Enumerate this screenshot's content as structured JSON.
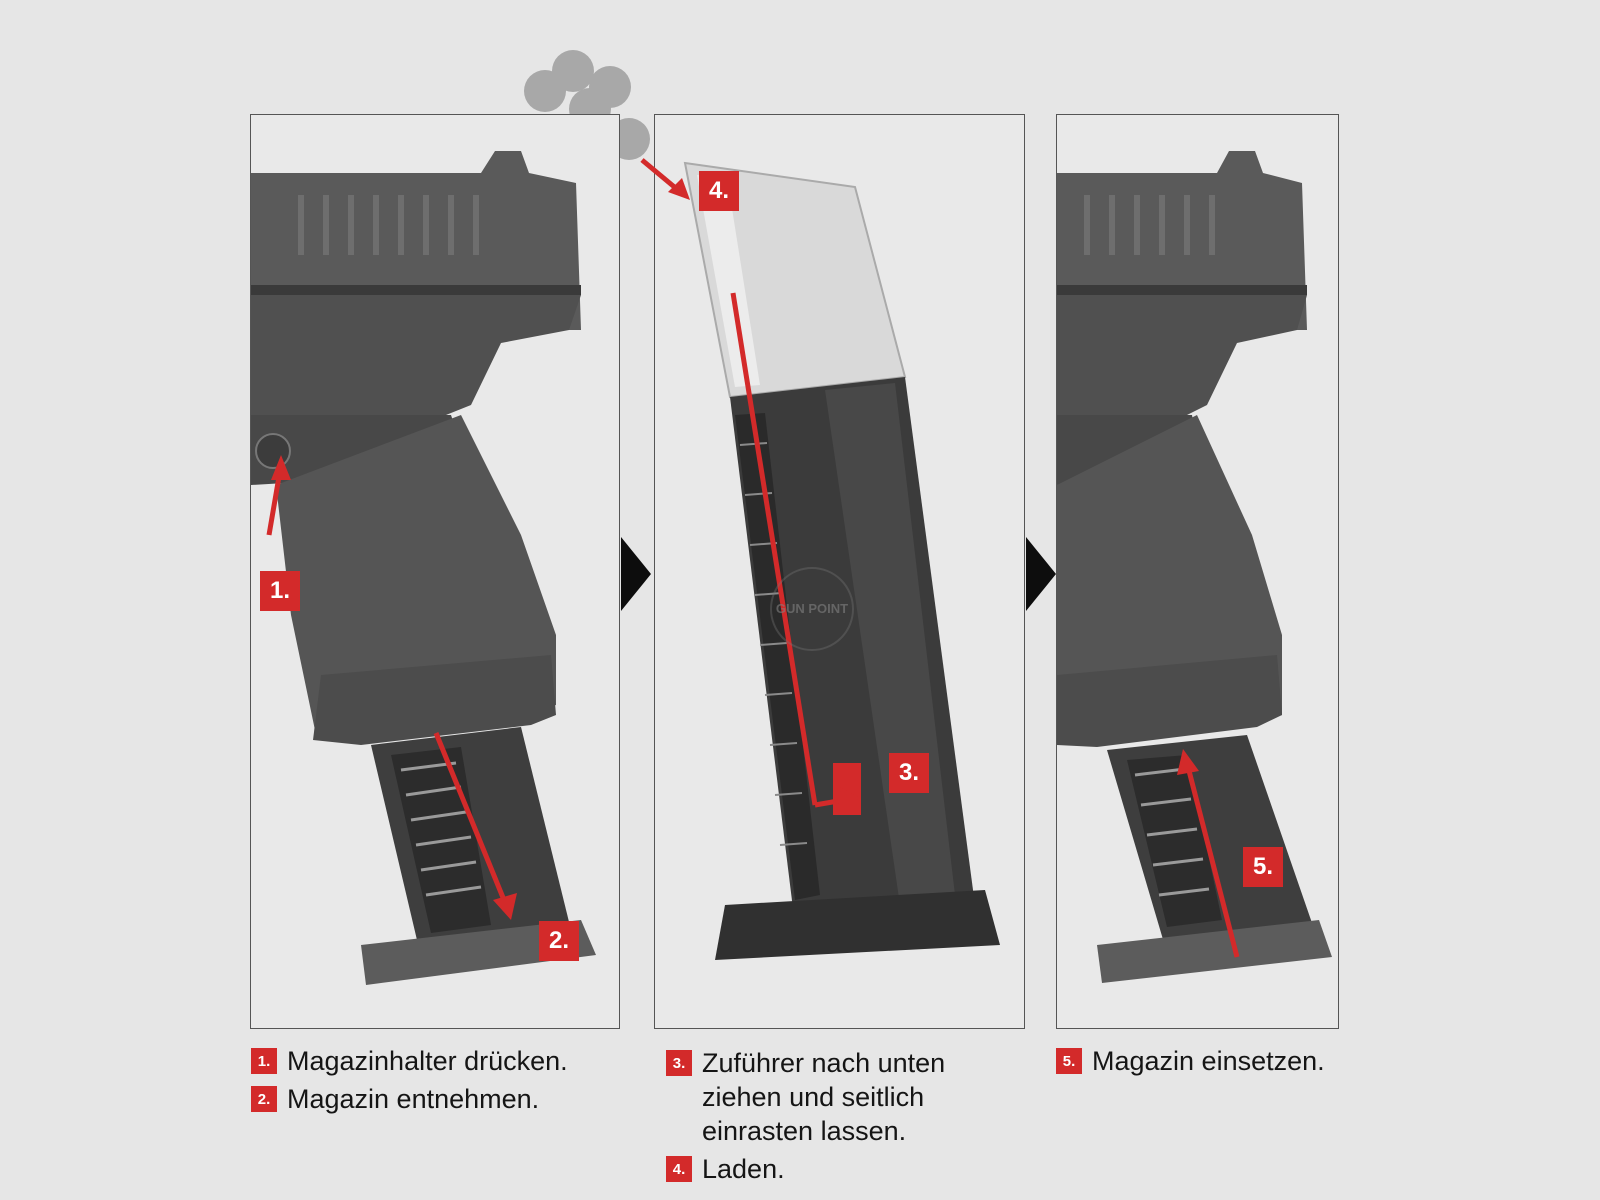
{
  "markers": {
    "step1": "1.",
    "step2": "2.",
    "step3": "3.",
    "step4": "4.",
    "step5": "5."
  },
  "captions": [
    {
      "items": [
        {
          "badge": "1.",
          "text": "Magazinhalter drücken."
        },
        {
          "badge": "2.",
          "text": "Magazin entnehmen."
        }
      ]
    },
    {
      "items": [
        {
          "badge": "3.",
          "text": "Zuführer nach unten ziehen und seitlich einrasten lassen."
        },
        {
          "badge": "4.",
          "text": "Laden."
        }
      ]
    },
    {
      "items": [
        {
          "badge": "5.",
          "text": "Magazin einsetzen."
        }
      ]
    }
  ],
  "watermark": "GUN POINT",
  "colors": {
    "accent": "#d32a2a",
    "background": "#e6e6e6",
    "gun": "#4a4a4a",
    "arrow": "#0d0d0d"
  },
  "icons": [
    "next-step-arrow-icon",
    "bb-pellet-icon",
    "gunpoint-logo-icon"
  ]
}
